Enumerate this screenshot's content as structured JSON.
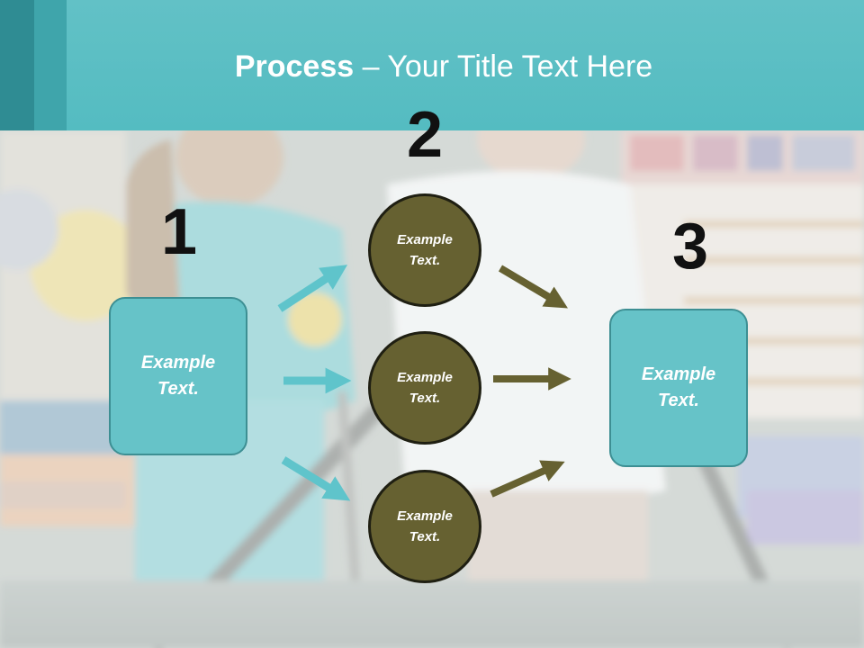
{
  "title": {
    "bold": "Process",
    "rest": " – Your Title Text Here"
  },
  "steps": {
    "one": "1",
    "two": "2",
    "three": "3"
  },
  "boxes": {
    "left": "Example\nText.",
    "right": "Example\nText."
  },
  "circles": [
    {
      "text": "Example\nText."
    },
    {
      "text": "Example\nText."
    },
    {
      "text": "Example\nText."
    }
  ],
  "colors": {
    "header": "#57bec3",
    "box_fill": "#66c3c8",
    "circle_fill": "#666131",
    "arrow_teal": "#5fc4cb",
    "arrow_olive": "#666131"
  }
}
